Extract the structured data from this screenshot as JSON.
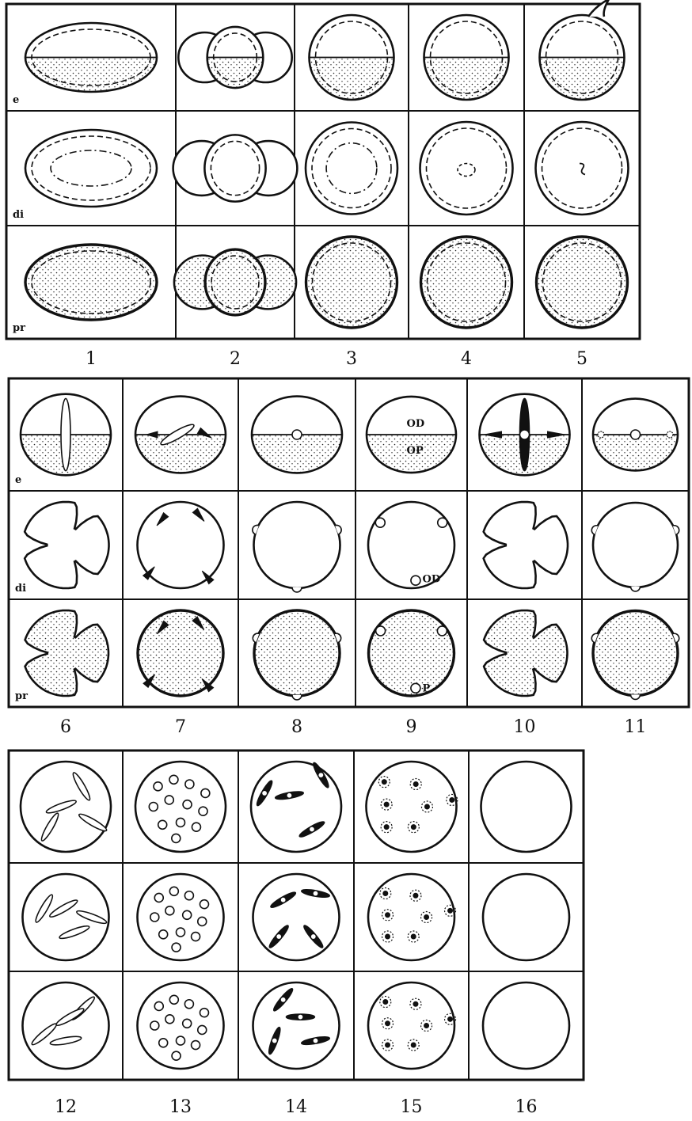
{
  "figure": {
    "row_labels": [
      "e",
      "di",
      "pr"
    ],
    "groups": [
      {
        "types": [
          {
            "number": "1",
            "kind": "ellipse"
          },
          {
            "number": "2",
            "kind": "dyad"
          },
          {
            "number": "3",
            "kind": "ring"
          },
          {
            "number": "4",
            "kind": "dotcenter"
          },
          {
            "number": "5",
            "kind": "tail"
          }
        ]
      },
      {
        "types": [
          {
            "number": "6",
            "kind": "trisulcate"
          },
          {
            "number": "7",
            "kind": "slit4"
          },
          {
            "number": "8",
            "kind": "notch3"
          },
          {
            "number": "9",
            "kind": "pores3",
            "equatorial_labels": [
              "OD",
              "OP"
            ],
            "distal_label": "OD",
            "proximal_label": "P"
          },
          {
            "number": "10",
            "kind": "trisulc_spindle"
          },
          {
            "number": "11",
            "kind": "notchdots"
          }
        ]
      },
      {
        "types": [
          {
            "number": "12",
            "kind": "pancolpate"
          },
          {
            "number": "13",
            "kind": "panporate"
          },
          {
            "number": "14",
            "kind": "spindles"
          },
          {
            "number": "15",
            "kind": "ringpores"
          },
          {
            "number": "16",
            "kind": "inaperturate"
          }
        ]
      }
    ]
  }
}
